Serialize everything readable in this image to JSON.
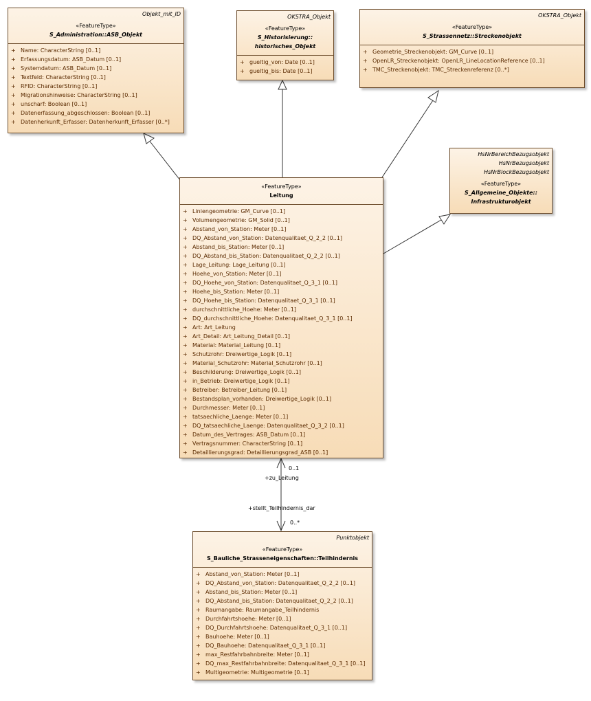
{
  "classes": {
    "asb_objekt": {
      "tags": [
        "Objekt_mit_ID"
      ],
      "stereotype": "«FeatureType»",
      "name": "S_Administration::ASB_Objekt",
      "attributes": [
        "Name: CharacterString [0..1]",
        "Erfassungsdatum: ASB_Datum [0..1]",
        "Systemdatum: ASB_Datum [0..1]",
        "Textfeld: CharacterString [0..1]",
        "RFID: CharacterString [0..1]",
        "Migrationshinweise: CharacterString [0..1]",
        "unscharf: Boolean [0..1]",
        "Datenerfassung_abgeschlossen: Boolean [0..1]",
        "Datenherkunft_Erfasser: Datenherkunft_Erfasser [0..*]"
      ]
    },
    "historisches_objekt": {
      "tags": [
        "OKSTRA_Objekt"
      ],
      "stereotype": "«FeatureType»",
      "name_line1": "S_Historisierung::",
      "name_line2": "historisches_Objekt",
      "attributes": [
        "gueltig_von: Date [0..1]",
        "gueltig_bis: Date [0..1]"
      ]
    },
    "streckenobjekt": {
      "tags": [
        "OKSTRA_Objekt"
      ],
      "stereotype": "«FeatureType»",
      "name": "S_Strassennetz::Streckenobjekt",
      "attributes": [
        "Geometrie_Streckenobjekt: GM_Curve [0..1]",
        "OpenLR_Streckenobjekt: OpenLR_LineLocationReference [0..1]",
        "TMC_Streckenobjekt: TMC_Streckenreferenz [0..*]"
      ]
    },
    "infrastrukturobjekt": {
      "tags": [
        "HsNrBereichBezugsobjekt",
        "HsNrBezugsobjekt",
        "HsNrBlockBezugsobjekt"
      ],
      "stereotype": "«FeatureType»",
      "name_line1": "S_Allgemeine_Objekte::",
      "name_line2": "Infrastrukturobjekt",
      "attributes": []
    },
    "leitung": {
      "tags": [],
      "stereotype": "«FeatureType»",
      "name": "Leitung",
      "attributes": [
        "Liniengeometrie: GM_Curve [0..1]",
        "Volumengeometrie: GM_Solid [0..1]",
        "Abstand_von_Station: Meter [0..1]",
        "DQ_Abstand_von_Station: Datenqualitaet_Q_2_2 [0..1]",
        "Abstand_bis_Station: Meter [0..1]",
        "DQ_Abstand_bis_Station: Datenqualitaet_Q_2_2 [0..1]",
        "Lage_Leitung: Lage_Leitung [0..1]",
        "Hoehe_von_Station: Meter [0..1]",
        "DQ_Hoehe_von_Station: Datenqualitaet_Q_3_1 [0..1]",
        "Hoehe_bis_Station: Meter [0..1]",
        "DQ_Hoehe_bis_Station: Datenqualitaet_Q_3_1 [0..1]",
        "durchschnittliche_Hoehe: Meter [0..1]",
        "DQ_durchschnittliche_Hoehe: Datenqualitaet_Q_3_1 [0..1]",
        "Art: Art_Leitung",
        "Art_Detail: Art_Leitung_Detail [0..1]",
        "Material: Material_Leitung [0..1]",
        "Schutzrohr: Dreiwertige_Logik [0..1]",
        "Material_Schutzrohr: Material_Schutzrohr [0..1]",
        "Beschilderung: Dreiwertige_Logik [0..1]",
        "in_Betrieb: Dreiwertige_Logik [0..1]",
        "Betreiber: Betreiber_Leitung [0..1]",
        "Bestandsplan_vorhanden: Dreiwertige_Logik [0..1]",
        "Durchmesser: Meter [0..1]",
        "tatsaechliche_Laenge: Meter [0..1]",
        "DQ_tatsaechliche_Laenge: Datenqualitaet_Q_3_2 [0..1]",
        "Datum_des_Vertrages: ASB_Datum [0..1]",
        "Vertragsnummer: CharacterString [0..1]",
        "Detaillierungsgrad: Detaillierungsgrad_ASB [0..1]"
      ]
    },
    "teilhindernis": {
      "tags": [
        "Punktobjekt"
      ],
      "stereotype": "«FeatureType»",
      "name": "S_Bauliche_Strasseneigenschaften::Teilhindernis",
      "attributes": [
        "Abstand_von_Station: Meter [0..1]",
        "DQ_Abstand_von_Station: Datenqualitaet_Q_2_2 [0..1]",
        "Abstand_bis_Station: Meter [0..1]",
        "DQ_Abstand_bis_Station: Datenqualitaet_Q_2_2 [0..1]",
        "Raumangabe: Raumangabe_Teilhindernis",
        "Durchfahrtshoehe: Meter [0..1]",
        "DQ_Durchfahrtshoehe: Datenqualitaet_Q_3_1 [0..1]",
        "Bauhoehe: Meter [0..1]",
        "DQ_Bauhoehe: Datenqualitaet_Q_3_1 [0..1]",
        "max_Restfahrbahnbreite: Meter [0..1]",
        "DQ_max_Restfahrbahnbreite: Datenqualitaet_Q_3_1 [0..1]",
        "Multigeometrie: Multigeometrie [0..1]"
      ]
    }
  },
  "visibility_marker": "+",
  "association": {
    "role_leitung": "+zu_Leitung",
    "multiplicity_leitung": "0..1",
    "role_teilhindernis": "+stellt_Teilhindernis_dar",
    "multiplicity_teilhindernis": "0..*"
  },
  "colors": {
    "box_top": "#fdf3e6",
    "box_bottom": "#f7dcb7",
    "border": "#6b4b2a",
    "attribute_text": "#5a2a00"
  }
}
